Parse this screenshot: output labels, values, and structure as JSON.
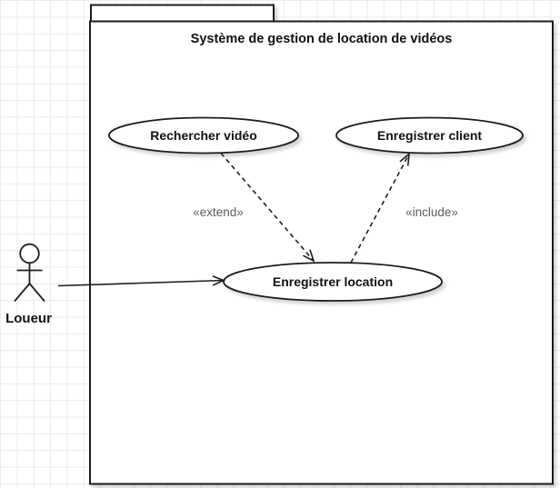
{
  "colors": {
    "stroke": "#1f1f1f",
    "grid_line": "#ebebeb",
    "shape_fill": "#ffffff",
    "canvas_bg": "#ffffff",
    "relation_label": "#5c5c5c"
  },
  "system": {
    "title": "Système de gestion de location de vidéos"
  },
  "actor": {
    "label": "Loueur"
  },
  "use_cases": [
    {
      "id": "rechercher-video",
      "label": "Rechercher vidéo"
    },
    {
      "id": "enregistrer-client",
      "label": "Enregistrer client"
    },
    {
      "id": "enregistrer-location",
      "label": "Enregistrer location"
    }
  ],
  "relations": [
    {
      "type": "extend",
      "label": "«extend»",
      "from": "Rechercher vidéo",
      "to": "Enregistrer location",
      "line": "dashed"
    },
    {
      "type": "include",
      "label": "«include»",
      "from": "Enregistrer location",
      "to": "Enregistrer client",
      "line": "dashed"
    },
    {
      "type": "association",
      "label": "",
      "from": "Loueur",
      "to": "Enregistrer location",
      "line": "solid"
    }
  ]
}
